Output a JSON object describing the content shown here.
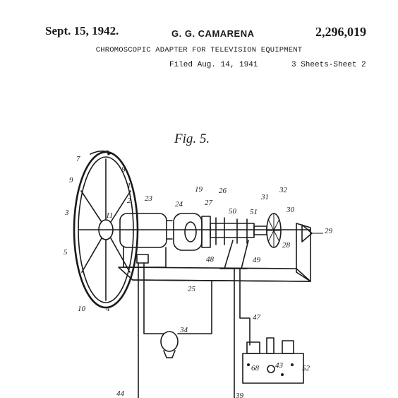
{
  "header": {
    "date": "Sept. 15, 1942.",
    "inventor": "G. G. CAMARENA",
    "patent_number": "2,296,019",
    "title": "CHROMOSCOPIC ADAPTER FOR TELEVISION EQUIPMENT",
    "filed": "Filed Aug. 14, 1941",
    "sheets": "3 Sheets-Sheet 2"
  },
  "figure": {
    "label": "Fig. 5.",
    "reference_numerals": [
      "7",
      "8",
      "9",
      "1",
      "2",
      "3",
      "11",
      "23",
      "19",
      "24",
      "27",
      "26",
      "31",
      "32",
      "30",
      "29",
      "50",
      "51",
      "28",
      "5",
      "48",
      "49",
      "25",
      "10",
      "4",
      "47",
      "34",
      "43",
      "68",
      "52",
      "44",
      "39"
    ]
  }
}
